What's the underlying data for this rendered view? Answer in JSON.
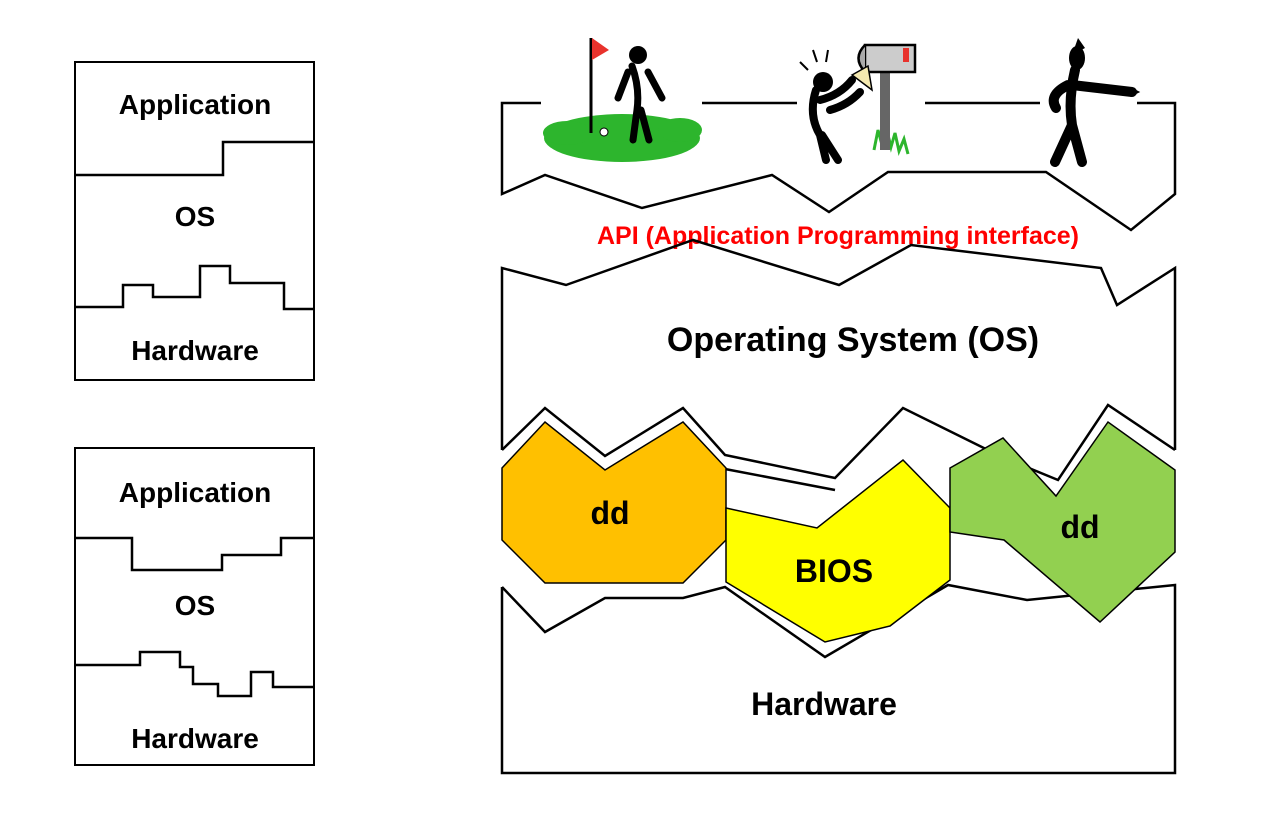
{
  "left_diagrams": [
    {
      "application": "Application",
      "os": "OS",
      "hardware": "Hardware"
    },
    {
      "application": "Application",
      "os": "OS",
      "hardware": "Hardware"
    }
  ],
  "main_diagram": {
    "api_label": "API (Application Programming interface)",
    "os_label": "Operating System (OS)",
    "driver_left_label": "dd",
    "bios_label": "BIOS",
    "driver_right_label": "dd",
    "hardware_label": "Hardware"
  },
  "colors": {
    "api_text": "#ff0000",
    "driver_left": "#ffc000",
    "bios": "#ffff00",
    "driver_right": "#92d050",
    "golf_green": "#2db52d",
    "flag": "#e8322c"
  },
  "illustrations": [
    "golfer-icon",
    "mailbox-person-icon",
    "pointing-person-icon"
  ]
}
